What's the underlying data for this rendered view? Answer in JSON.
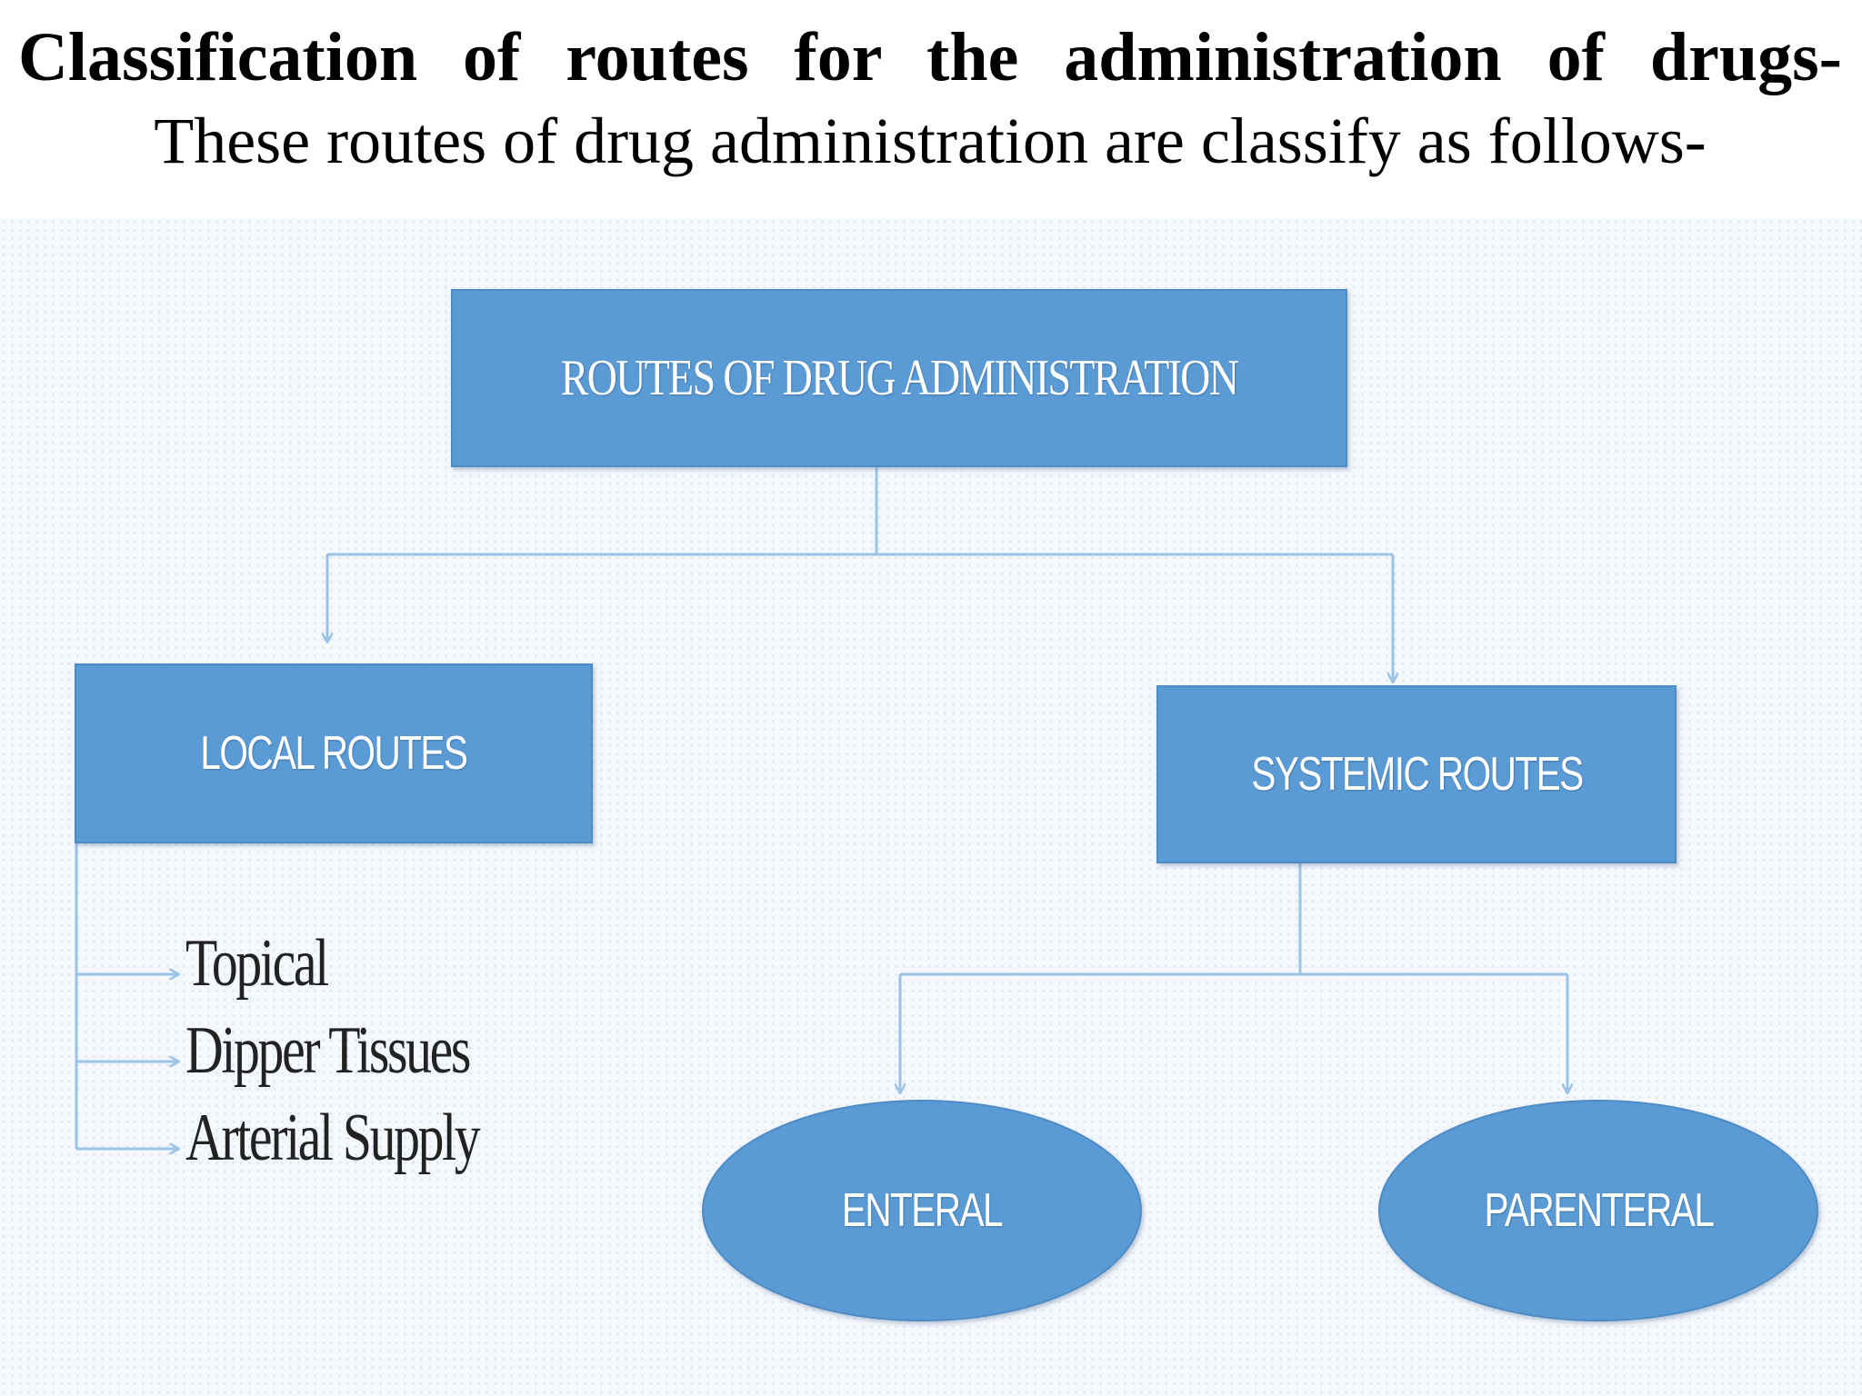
{
  "heading": {
    "title": "Classification of routes for the administration of drugs-",
    "subtitle": "These routes of drug administration are classify as follows-"
  },
  "diagram": {
    "root": "ROUTES OF DRUG ADMINISTRATION",
    "local": {
      "label": "LOCAL ROUTES",
      "items": [
        "Topical",
        "Dipper Tissues",
        "Arterial Supply"
      ]
    },
    "systemic": {
      "label": "SYSTEMIC ROUTES",
      "children": [
        "ENTERAL",
        "PARENTERAL"
      ]
    }
  },
  "colors": {
    "node_fill": "#5b9bd5",
    "connector": "#9cc3e6",
    "node_text": "#ffffff"
  }
}
